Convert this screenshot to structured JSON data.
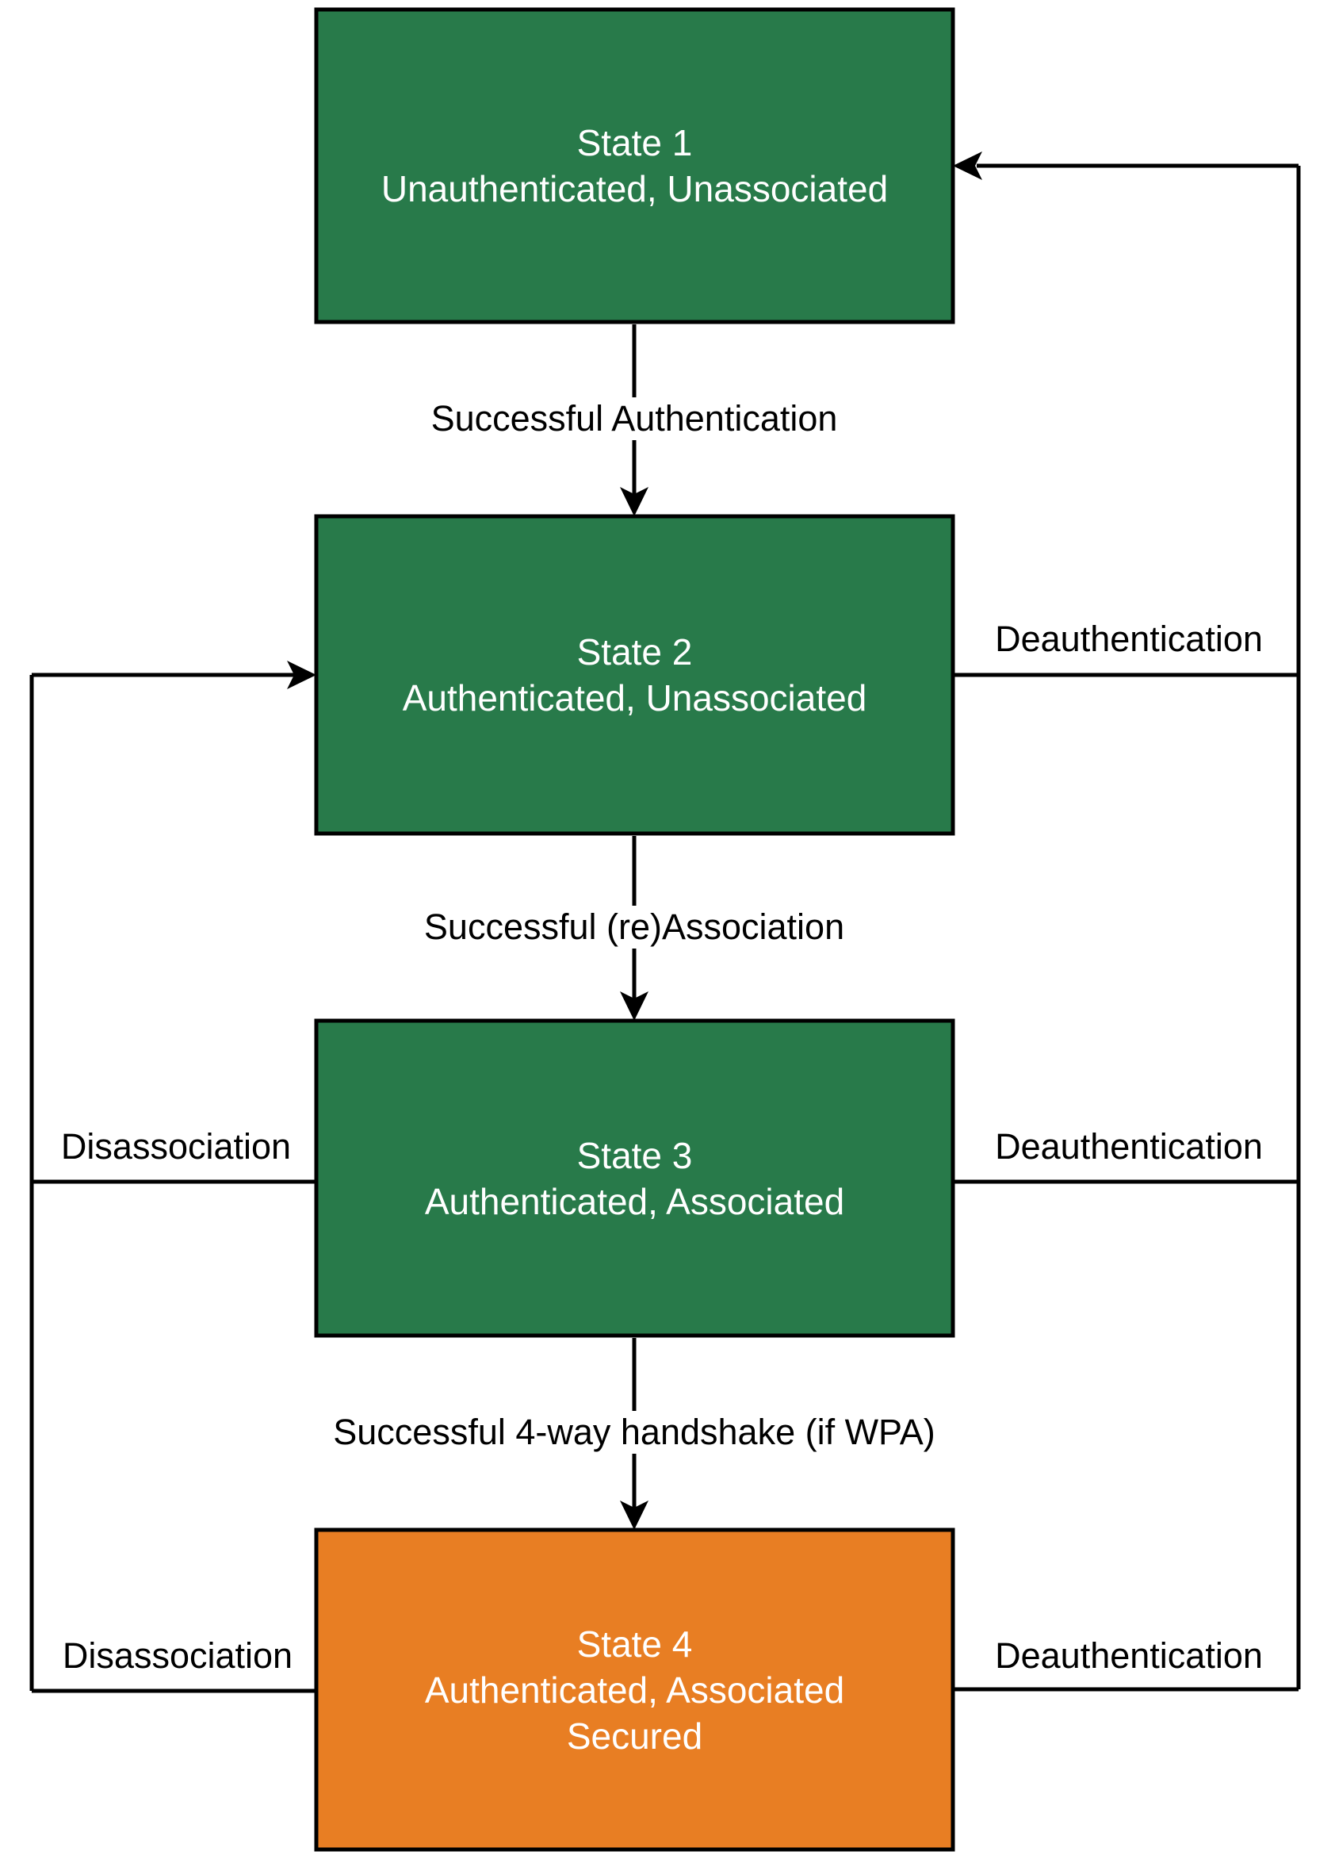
{
  "colors": {
    "state_green": "#287A4A",
    "state_orange": "#E87E23",
    "line": "#000000",
    "state_text": "#FFFFFF",
    "label_text": "#000000",
    "background": "#FFFFFF"
  },
  "states": [
    {
      "id": "state-1",
      "lines": [
        "State 1",
        "Unauthenticated, Unassociated"
      ]
    },
    {
      "id": "state-2",
      "lines": [
        "State 2",
        "Authenticated, Unassociated"
      ]
    },
    {
      "id": "state-3",
      "lines": [
        "State 3",
        "Authenticated, Associated"
      ]
    },
    {
      "id": "state-4",
      "lines": [
        "State 4",
        "Authenticated, Associated",
        "Secured"
      ]
    }
  ],
  "transitions": {
    "successful_authentication": "Successful Authentication",
    "successful_reassociation": "Successful (re)Association",
    "successful_handshake": "Successful 4-way handshake (if WPA)",
    "deauthentication_from_state2": "Deauthentication",
    "deauthentication_from_state3": "Deauthentication",
    "deauthentication_from_state4": "Deauthentication",
    "disassociation_from_state3": "Disassociation",
    "disassociation_from_state4": "Disassociation"
  }
}
